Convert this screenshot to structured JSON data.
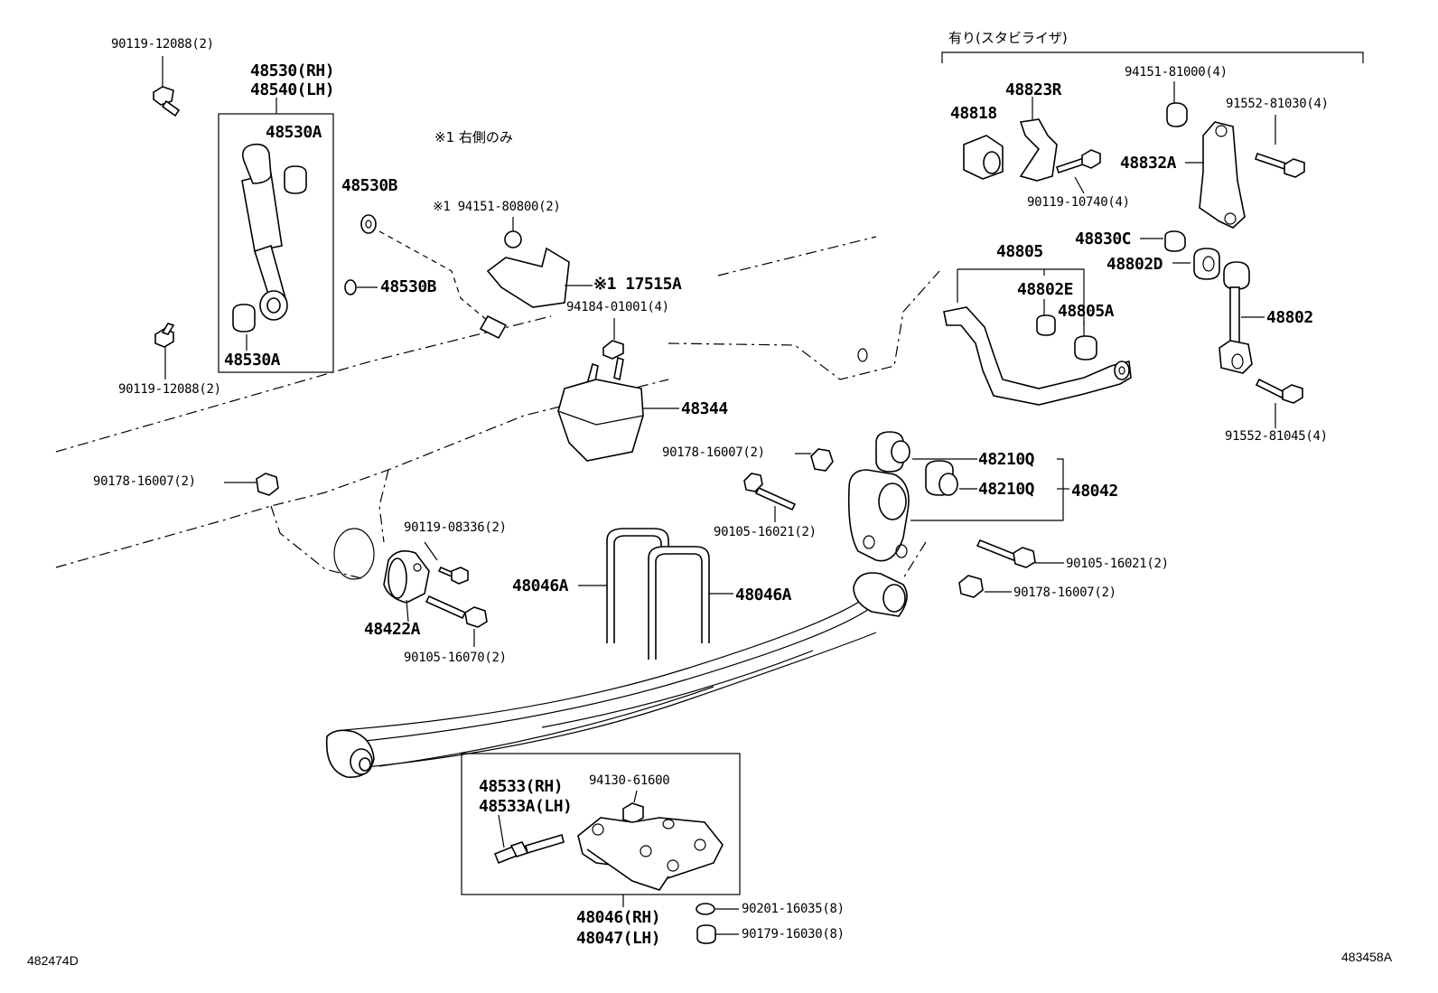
{
  "labels": {
    "p90119_12088_top": "90119-12088(2)",
    "p48530_rh": "48530(RH)",
    "p48540_lh": "48540(LH)",
    "p48530a_top": "48530A",
    "p48530a_bot": "48530A",
    "p48530b_top": "48530B",
    "p48530b_mid": "48530B",
    "p90119_12088_bot": "90119-12088(2)",
    "note_right_only": "※1 右側のみ",
    "p94151_80800": "※1 94151-80800(2)",
    "p17515a": "※1 17515A",
    "p94184_01001": "94184-01001(4)",
    "p48344": "48344",
    "p90178_16007_left": "90178-16007(2)",
    "p90178_16007_mid": "90178-16007(2)",
    "p90119_08336": "90119-08336(2)",
    "p48422a": "48422A",
    "p90105_16070": "90105-16070(2)",
    "p48046a_left": "48046A",
    "p48046a_right": "48046A",
    "p90105_16021_mid": "90105-16021(2)",
    "p48210q_a": "48210Q",
    "p48210q_b": "48210Q",
    "p48042": "48042",
    "p90105_16021_right": "90105-16021(2)",
    "p90178_16007_right": "90178-16007(2)",
    "stabilizer_header": "有り(スタビライザ)",
    "p94151_81000": "94151-81000(4)",
    "p48823r": "48823R",
    "p48818": "48818",
    "p91552_81030": "91552-81030(4)",
    "p48832a": "48832A",
    "p90119_10740": "90119-10740(4)",
    "p48830c": "48830C",
    "p48805": "48805",
    "p48802d": "48802D",
    "p48802e": "48802E",
    "p48805a": "48805A",
    "p48802": "48802",
    "p91552_81045": "91552-81045(4)",
    "p48533_rh": "48533(RH)",
    "p48533a_lh": "48533A(LH)",
    "p94130_61600": "94130-61600",
    "p48046_rh": "48046(RH)",
    "p48047_lh": "48047(LH)",
    "p90201_16035": "90201-16035(8)",
    "p90179_16030": "90179-16030(8)",
    "code_left": "482474D",
    "code_right": "483458A"
  }
}
